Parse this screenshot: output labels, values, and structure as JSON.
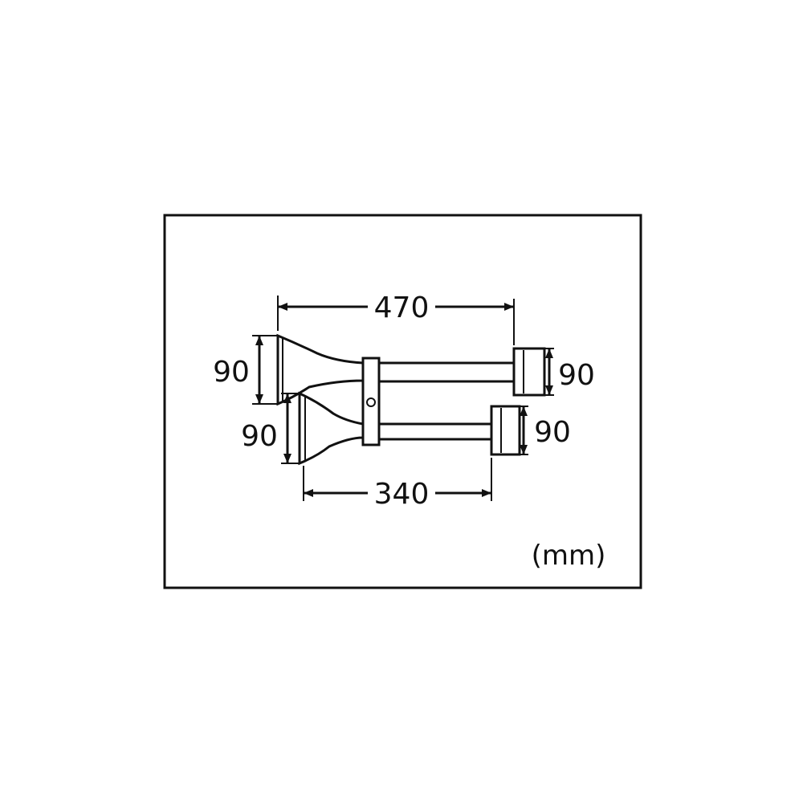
{
  "dimensions": {
    "upper_length": "470",
    "lower_length": "340",
    "upper_bell_diameter": "90",
    "upper_end_diameter": "90",
    "lower_bell_diameter": "90",
    "lower_end_diameter": "90"
  },
  "unit_label": "(mm)",
  "colors": {
    "ink": "#111111",
    "paper": "#ffffff"
  }
}
